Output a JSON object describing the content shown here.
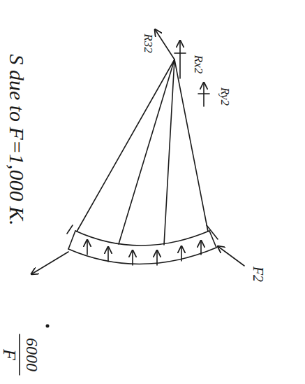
{
  "diagram": {
    "labels": [
      "S due to F=1,000 K.",
      "R32",
      "Rx2",
      "Ry2",
      "F2",
      "F",
      "6000"
    ]
  }
}
